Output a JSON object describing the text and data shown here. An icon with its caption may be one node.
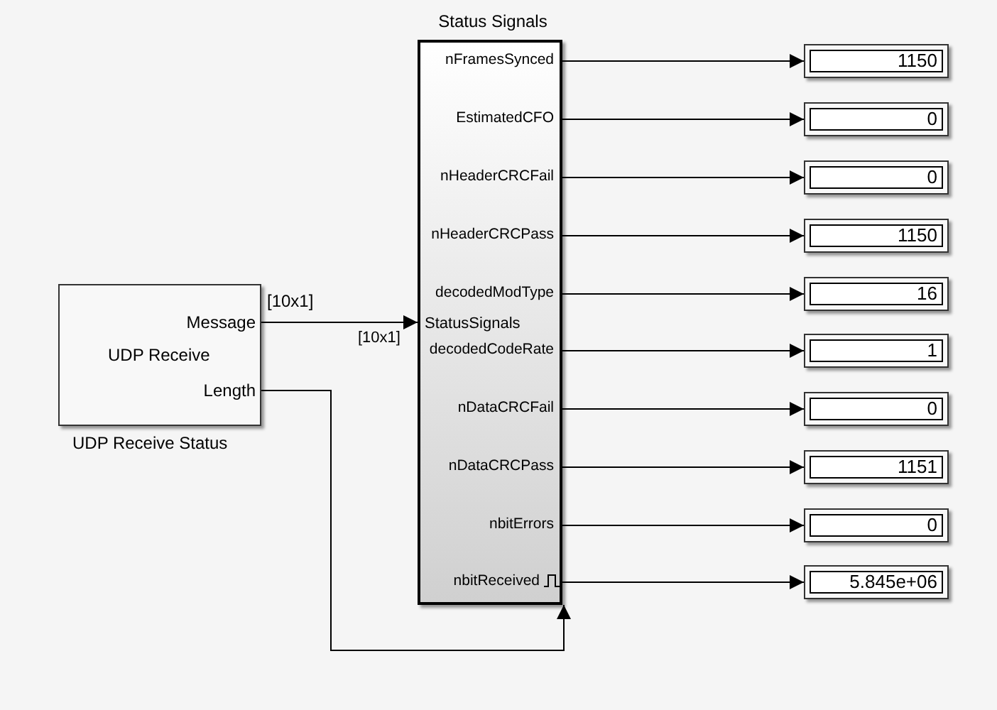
{
  "diagram": {
    "nodes": [
      {
        "text": [
          "Message",
          "UDP Receive",
          "Length"
        ],
        "beside": [
          "UDP Receive Status"
        ]
      },
      {
        "text": [
          "Status Signals",
          "nFramesSynced",
          "EstimatedCFO",
          "nHeaderCRCFail",
          "nHeaderCRCPass",
          "decodedModType",
          "StatusSignals",
          "decodedCodeRate",
          "nDataCRCFail",
          "nDataCRCPass",
          "nbitErrors",
          "nbitReceived"
        ]
      },
      {
        "text": [
          "1150"
        ]
      },
      {
        "text": [
          "0"
        ]
      },
      {
        "text": [
          "0"
        ]
      },
      {
        "text": [
          "1150"
        ]
      },
      {
        "text": [
          "16"
        ]
      },
      {
        "text": [
          "1"
        ]
      },
      {
        "text": [
          "0"
        ]
      },
      {
        "text": [
          "1151"
        ]
      },
      {
        "text": [
          "0"
        ]
      },
      {
        "text": [
          "5.845e+06"
        ]
      }
    ],
    "edges": [
      {
        "from": 0,
        "to": 1,
        "arrow": "to",
        "label": "[10x1]"
      },
      {
        "from": 0,
        "to": 1,
        "arrow": "to"
      },
      {
        "from": 1,
        "to": 2,
        "arrow": "to"
      },
      {
        "from": 1,
        "to": 3,
        "arrow": "to"
      },
      {
        "from": 1,
        "to": 4,
        "arrow": "to"
      },
      {
        "from": 1,
        "to": 5,
        "arrow": "to"
      },
      {
        "from": 1,
        "to": 6,
        "arrow": "to"
      },
      {
        "from": 1,
        "to": 7,
        "arrow": "to"
      },
      {
        "from": 1,
        "to": 8,
        "arrow": "to"
      },
      {
        "from": 1,
        "to": 9,
        "arrow": "to"
      },
      {
        "from": 1,
        "to": 10,
        "arrow": "to"
      },
      {
        "from": 1,
        "to": 11,
        "arrow": "to"
      }
    ],
    "labels": [
      "[10x1]"
    ]
  }
}
